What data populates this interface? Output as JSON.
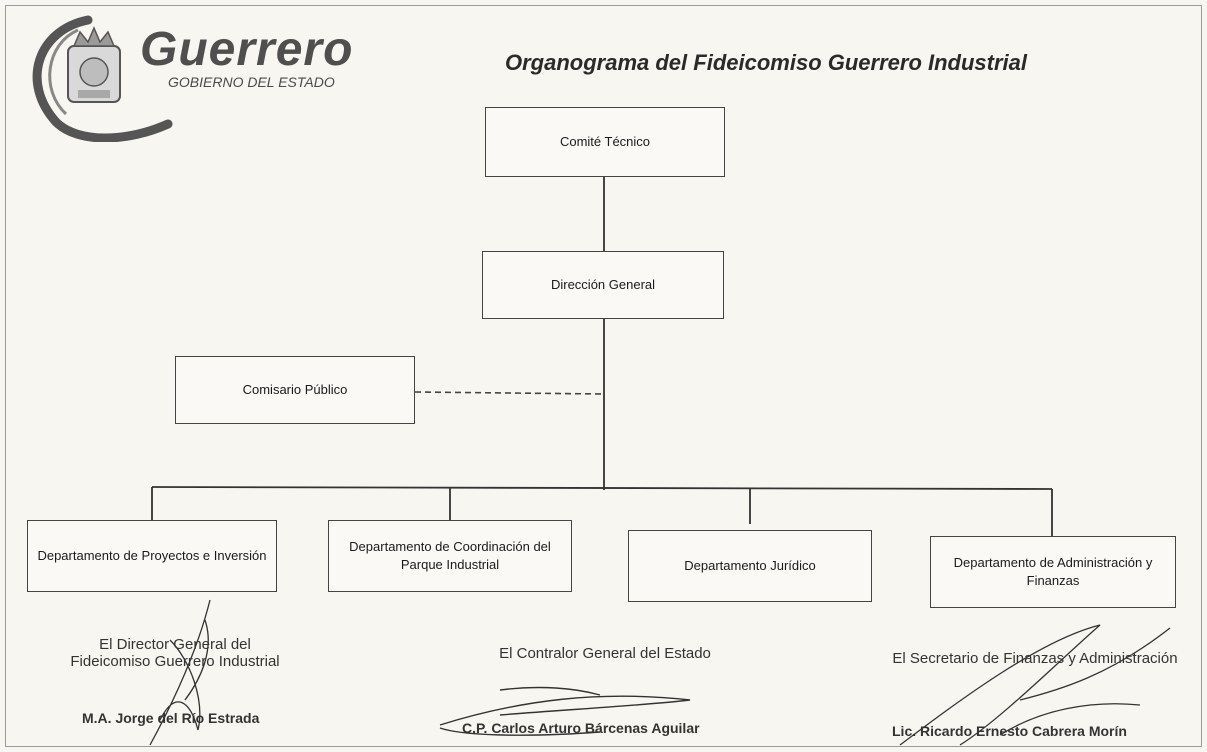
{
  "header": {
    "logo_word": "Guerrero",
    "logo_subtitle": "GOBIERNO DEL ESTADO",
    "title": "Organograma del Fideicomiso Guerrero Industrial"
  },
  "org_chart": {
    "top": "Comité Técnico",
    "director": "Dirección General",
    "advisor": "Comisario Público",
    "departments": [
      "Departamento de Proyectos e Inversión",
      "Departamento de Coordinación del Parque Industrial",
      "Departamento Jurídico",
      "Departamento de Administración y Finanzas"
    ]
  },
  "signatures": [
    {
      "role_line1": "El Director General del",
      "role_line2": "Fideicomiso Guerrero Industrial",
      "name": "M.A. Jorge del Río Estrada"
    },
    {
      "role_line1": "El Contralor General del Estado",
      "role_line2": "",
      "name": "C.P. Carlos Arturo Bárcenas Aguilar"
    },
    {
      "role_line1": "El Secretario de Finanzas y Administración",
      "role_line2": "",
      "name": "Lic. Ricardo Ernesto Cabrera Morín"
    }
  ],
  "colors": {
    "ink": "#1a1a1a",
    "logo": "#4f4f4f",
    "paper": "#f7f6f1"
  }
}
